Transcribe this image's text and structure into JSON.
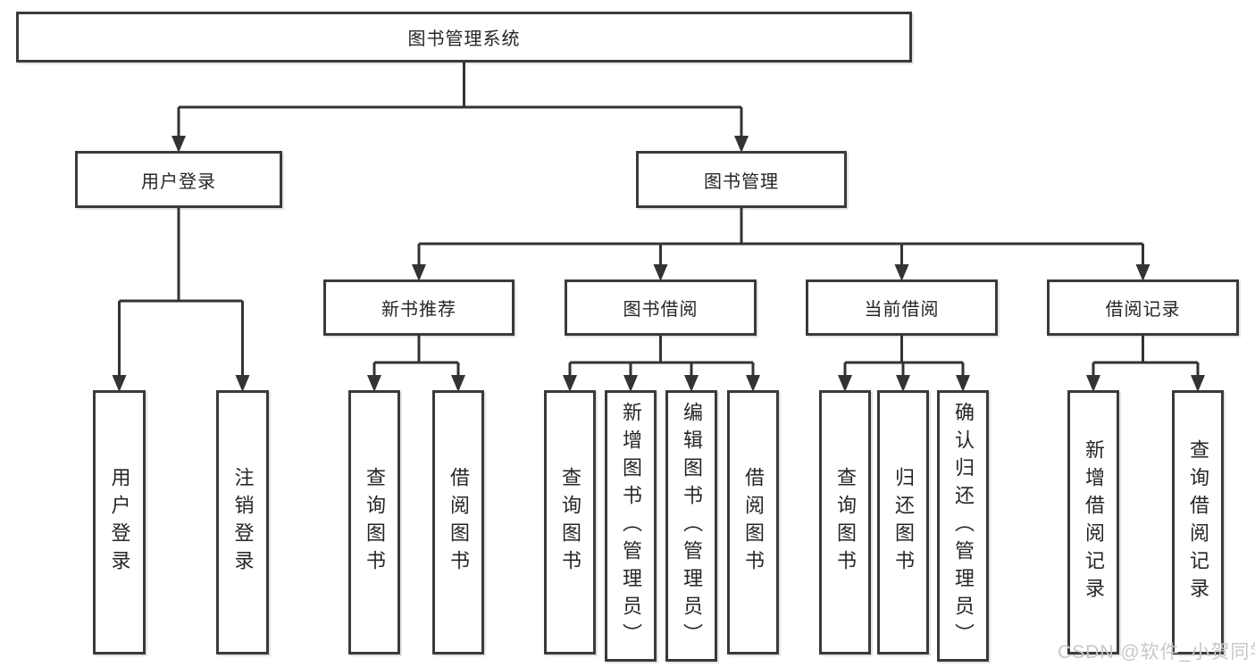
{
  "colors": {
    "line": "#333333",
    "box_border": "#3a3a3a",
    "text": "#262626",
    "watermark": "#c8c8c8",
    "background": "#ffffff"
  },
  "watermark": {
    "text": "CSDN @软件_小贺同学"
  },
  "tree": {
    "label": "图书管理系统",
    "children": [
      {
        "label": "用户登录",
        "children": [
          {
            "label": "用户登录"
          },
          {
            "label": "注销登录"
          }
        ]
      },
      {
        "label": "图书管理",
        "children": [
          {
            "label": "新书推荐",
            "children": [
              {
                "label": "查询图书"
              },
              {
                "label": "借阅图书"
              }
            ]
          },
          {
            "label": "图书借阅",
            "children": [
              {
                "label": "查询图书"
              },
              {
                "label": "新增图书（管理员）"
              },
              {
                "label": "编辑图书（管理员）"
              },
              {
                "label": "借阅图书"
              }
            ]
          },
          {
            "label": "当前借阅",
            "children": [
              {
                "label": "查询图书"
              },
              {
                "label": "归还图书"
              },
              {
                "label": "确认归还（管理员）"
              }
            ]
          },
          {
            "label": "借阅记录",
            "children": [
              {
                "label": "新增借阅记录"
              },
              {
                "label": "查询借阅记录"
              }
            ]
          }
        ]
      }
    ]
  }
}
